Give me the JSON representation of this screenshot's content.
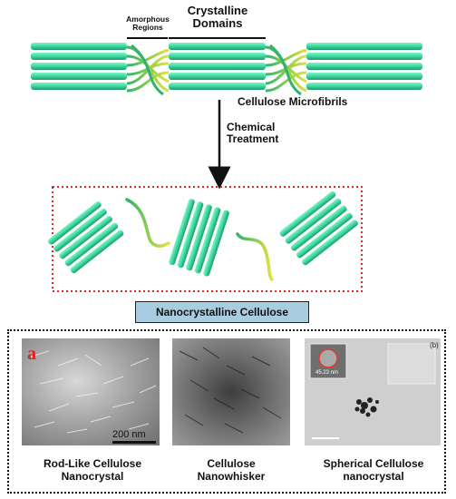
{
  "top": {
    "amorphous_label": "Amorphous Regions",
    "crystalline_label": "Crystalline Domains",
    "microfibrils_label": "Cellulose Microfibrils",
    "process_label": "Chemical Treatment"
  },
  "middle": {
    "product_label": "Nanocrystalline Cellulose"
  },
  "panels": [
    {
      "caption": "Rod-Like Cellulose Nanocrystal",
      "letter": "a",
      "scale": "200 nm"
    },
    {
      "caption": "Cellulose Nanowhisker"
    },
    {
      "caption": "Spherical Cellulose nanocrystal",
      "tag": "(b)",
      "inset_scale": "45.23 nm"
    }
  ],
  "colors": {
    "rod": "#3fd9a0",
    "rod_dark": "#1b9a6a",
    "amorphous_green": "#2fb56a",
    "amorphous_yellow": "#e3e33a",
    "dotted_box": "#e0262a",
    "label_box": "#a9cde0"
  }
}
